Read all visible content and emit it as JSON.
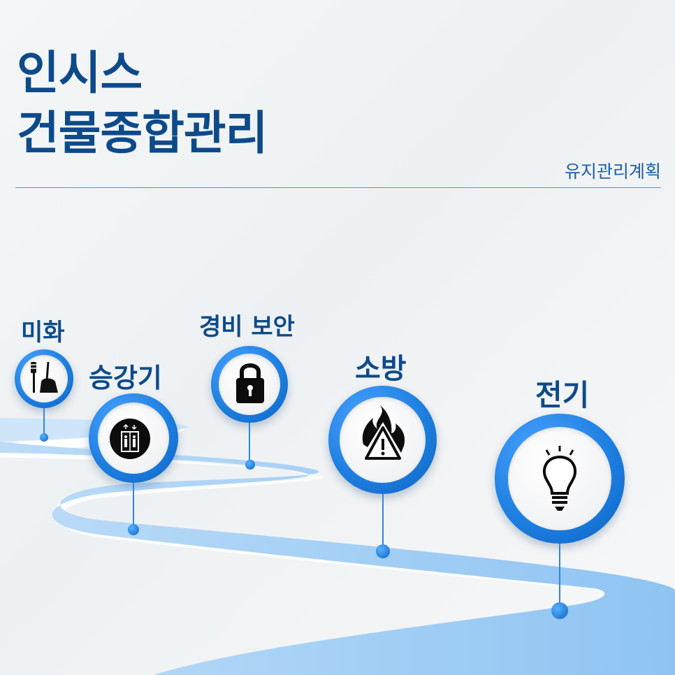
{
  "title": {
    "line1": "인시스",
    "line2": "건물종합관리"
  },
  "subtitle": "유지관리계획",
  "steps": [
    {
      "label": "미화",
      "icon": "cleaning-tools-icon"
    },
    {
      "label": "승강기",
      "icon": "elevator-icon"
    },
    {
      "label": "경비 보안",
      "icon": "padlock-icon"
    },
    {
      "label": "소방",
      "icon": "fire-warning-icon"
    },
    {
      "label": "전기",
      "icon": "light-bulb-icon"
    }
  ],
  "colors": {
    "title": "#0d4a8a",
    "accent": "#1e7fe0",
    "road": "#a9d2f7"
  }
}
